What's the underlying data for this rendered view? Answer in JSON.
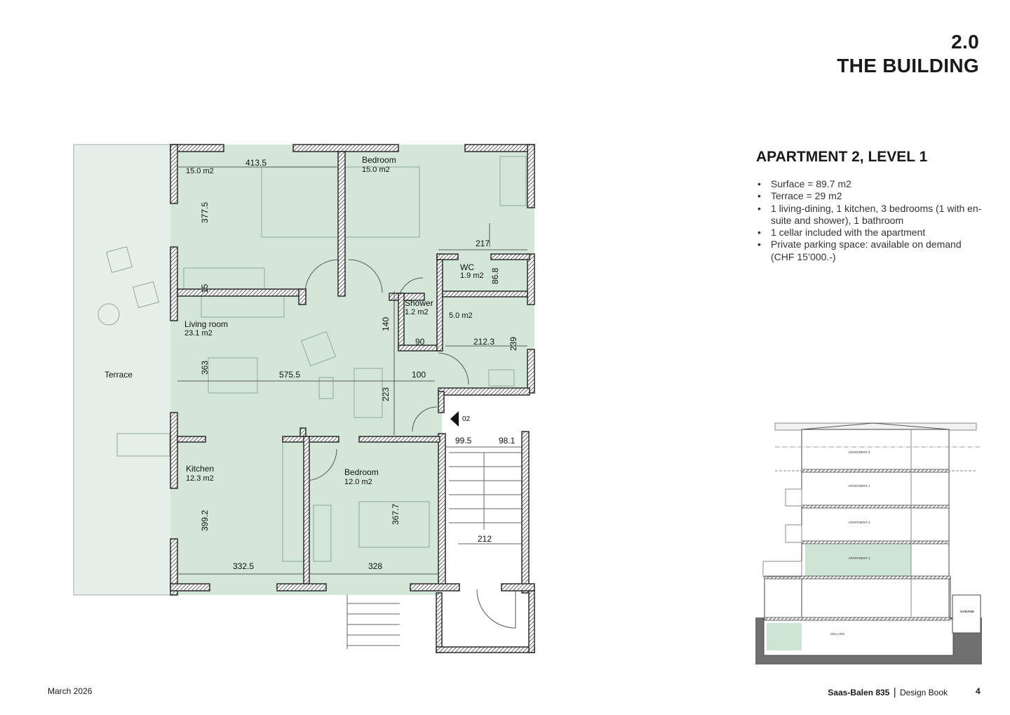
{
  "header": {
    "section_number": "2.0",
    "section_title": "THE BUILDING"
  },
  "apartment": {
    "title": "APARTMENT 2, LEVEL 1",
    "facts": [
      "Surface = 89.7 m2",
      "Terrace = 29 m2",
      "1 living-dining, 1 kitchen, 3 bedrooms (1 with en-suite and shower), 1 bathroom",
      "1 cellar included with the apartment",
      "Private parking space: available on demand (CHF 15’000.-)"
    ]
  },
  "floor_plan": {
    "colors": {
      "apartment": "#d3e6d7",
      "terrace": "#e6f0e8",
      "wall": "#2b2b2b"
    },
    "rooms": {
      "bedroom_a_area": "15.0 m2",
      "bedroom_b_name": "Bedroom",
      "bedroom_b_area": "15.0 m2",
      "wc_name": "WC",
      "wc_area": "1.9 m2",
      "shower_name": "Shower",
      "shower_area": "1.2 m2",
      "bath_area": "5.0 m2",
      "living_name": "Living room",
      "living_area": "23.1 m2",
      "terrace_name": "Terrace",
      "kitchen_name": "Kitchen",
      "kitchen_area": "12.3 m2",
      "bedroom_c_name": "Bedroom",
      "bedroom_c_area": "12.0 m2",
      "section_marker": "02"
    },
    "dimensions": {
      "d413_5": "413.5",
      "d377_5": "377.5",
      "d217": "217",
      "d86_8": "86.8",
      "d15": "15",
      "d140": "140",
      "d90": "90",
      "d212_3": "212.3",
      "d239": "239",
      "d363": "363",
      "d575_5": "575.5",
      "d100": "100",
      "d223": "223",
      "d99_5": "99.5",
      "d98_1": "98.1",
      "d399_2": "399.2",
      "d367_7": "367.7",
      "d212": "212",
      "d332_5": "332.5",
      "d328": "328"
    }
  },
  "section": {
    "labels": [
      "APARTMENT 5",
      "APARTMENT 4",
      "APARTMENT 3",
      "APARTMENT 2",
      "CELLARS",
      "GARAGE"
    ],
    "highlight_color": "#cfe5d4"
  },
  "footer": {
    "date": "March 2026",
    "project": "Saas-Balen 835",
    "separator": "|",
    "book": "Design Book",
    "page": "4"
  }
}
